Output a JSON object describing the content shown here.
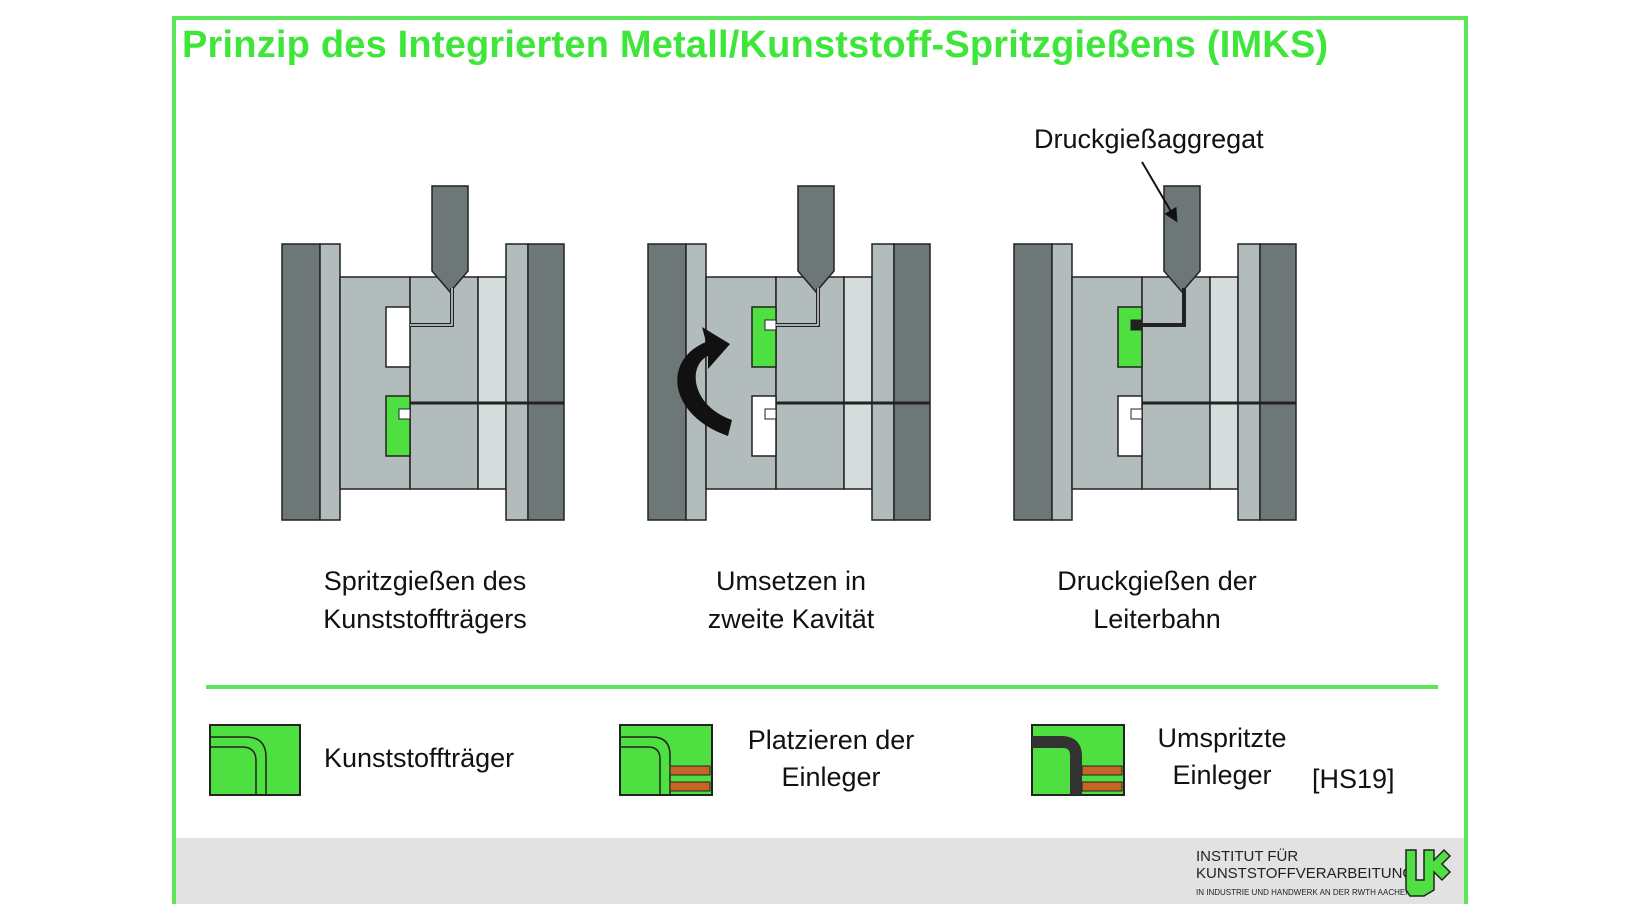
{
  "title": "Prinzip des Integrierten Metall/Kunststoff-Spritzgießens (IMKS)",
  "annotation": "Druckgießaggregat",
  "steps": [
    {
      "caption_line1": "Spritzgießen des",
      "caption_line2": "Kunststoffträgers"
    },
    {
      "caption_line1": "Umsetzen in",
      "caption_line2": "zweite Kavität"
    },
    {
      "caption_line1": "Druckgießen der",
      "caption_line2": "Leiterbahn"
    }
  ],
  "legend": [
    {
      "line1": "Kunststoffträger",
      "line2": ""
    },
    {
      "line1": "Platzieren der",
      "line2": "Einleger"
    },
    {
      "line1": "Umspritzte",
      "line2": "Einleger"
    }
  ],
  "source": "[HS19]",
  "institute": {
    "line1": "INSTITUT FÜR",
    "line2": "KUNSTSTOFFVERARBEITUNG",
    "line3": "IN INDUSTRIE UND HANDWERK AN DER RWTH AACHEN"
  },
  "colors": {
    "accent_green": "#5ce65a",
    "part_green": "#4ee040",
    "dark_plate": "#6e7778",
    "mid_plate": "#b3bcbc",
    "light_plate": "#d5dcdc",
    "insert_copper": "#c8642a"
  }
}
